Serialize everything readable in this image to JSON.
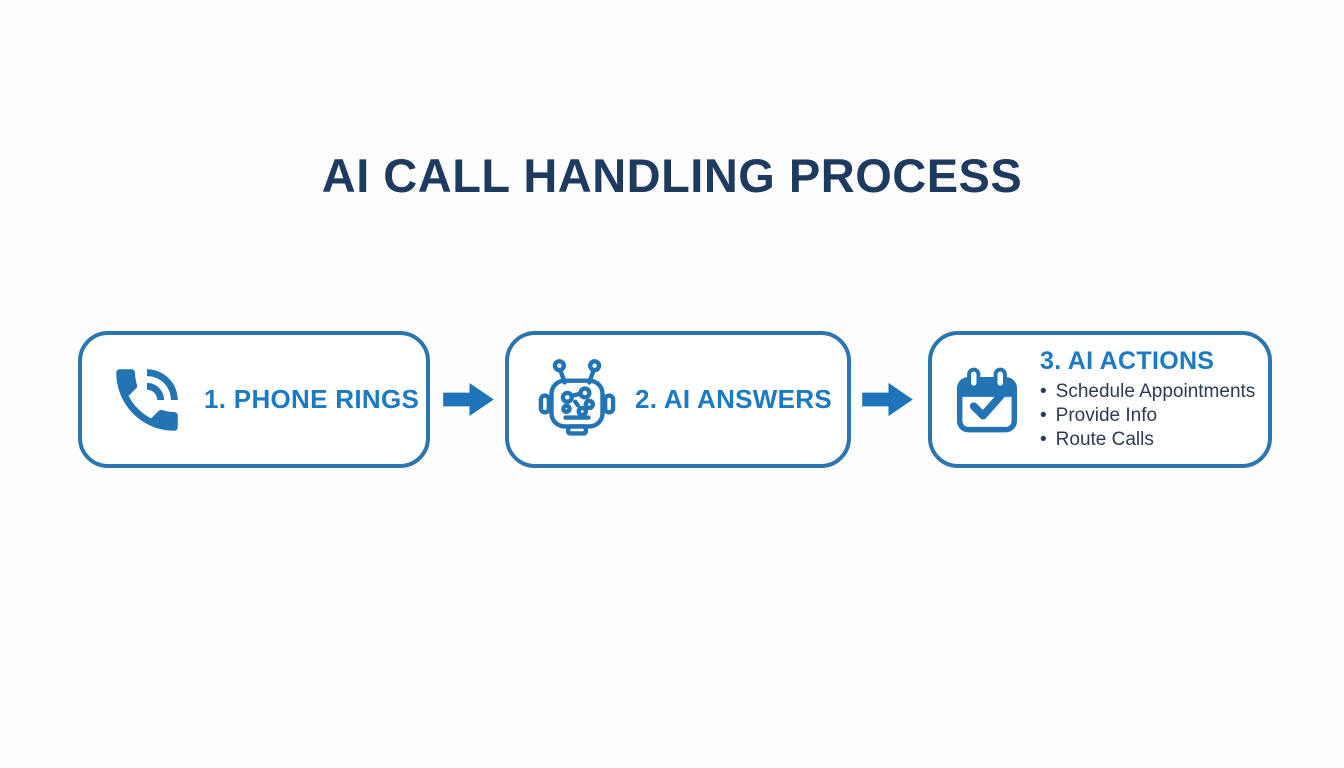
{
  "title": "AI CALL HANDLING PROCESS",
  "steps": [
    {
      "label": "1. PHONE RINGS",
      "icon": "phone-rings-icon"
    },
    {
      "label": "2. AI ANSWERS",
      "icon": "robot-icon"
    },
    {
      "label": "3. AI ACTIONS",
      "icon": "calendar-check-icon",
      "bullets": [
        "Schedule Appointments",
        "Provide Info",
        "Route Calls"
      ]
    }
  ],
  "colors": {
    "title_text": "#1e3a5e",
    "box_border": "#2b76b0",
    "step_label": "#1b7ac2",
    "icon_blue": "#2274b4",
    "arrow_fill": "#1e74ba",
    "bullet_text": "#2f3b4e",
    "background": "#fdfdfd"
  }
}
